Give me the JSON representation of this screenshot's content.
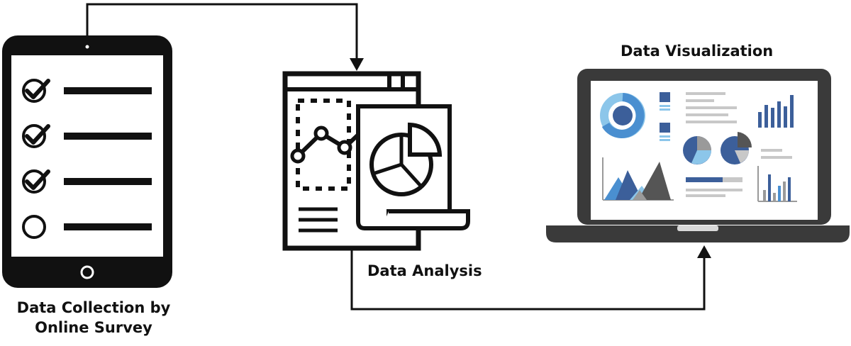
{
  "labels": {
    "collection_line1": "Data Collection by",
    "collection_line2": "Online Survey",
    "analysis": "Data Analysis",
    "visualization": "Data Visualization"
  },
  "colors": {
    "ink": "#111111",
    "screen_dark": "#3a3a3a",
    "blue_dark": "#3c5f9a",
    "blue_mid": "#4a8fd0",
    "blue_light": "#8cc6ea",
    "gray_mid": "#9a9a9a",
    "gray_light": "#c8c8c8",
    "gray_dark": "#555555"
  },
  "survey": {
    "items": [
      {
        "checked": true
      },
      {
        "checked": true
      },
      {
        "checked": true
      },
      {
        "checked": false
      }
    ]
  }
}
